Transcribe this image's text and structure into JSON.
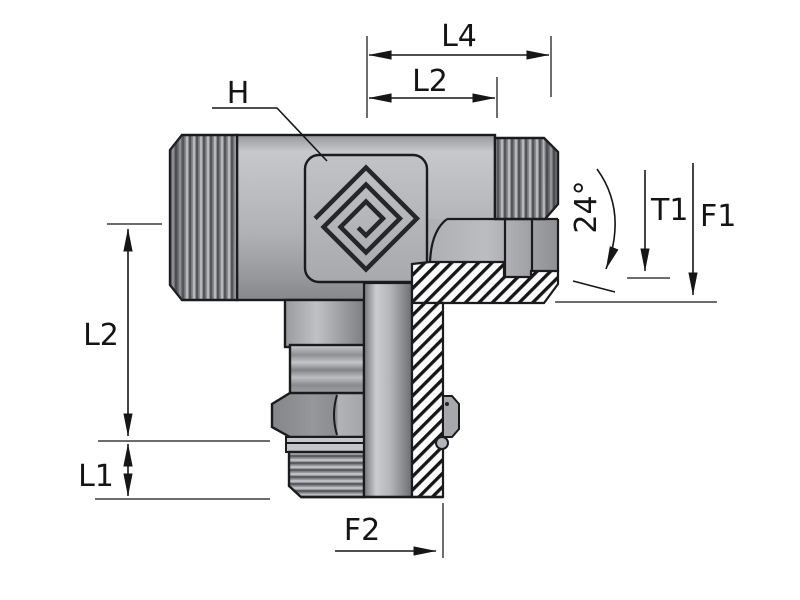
{
  "meta": {
    "type": "technical-diagram",
    "subject": "Cross-section drawing of a male stud barrel tee hydraulic adapter fitting with dimension callouts"
  },
  "colors": {
    "background": "#ffffff",
    "outline": "#1b1b1d",
    "body_gray": "#b2b3b7",
    "thread_dark": "#55565a",
    "hatch_line": "#161618",
    "annotation": "#141414"
  },
  "annotations": {
    "l4": "L4",
    "l2_top": "L2",
    "h": "H",
    "cone_angle": "24°",
    "t1": "T1",
    "f1": "F1",
    "l2_left": "L2",
    "l1": "L1",
    "f2": "F2"
  }
}
